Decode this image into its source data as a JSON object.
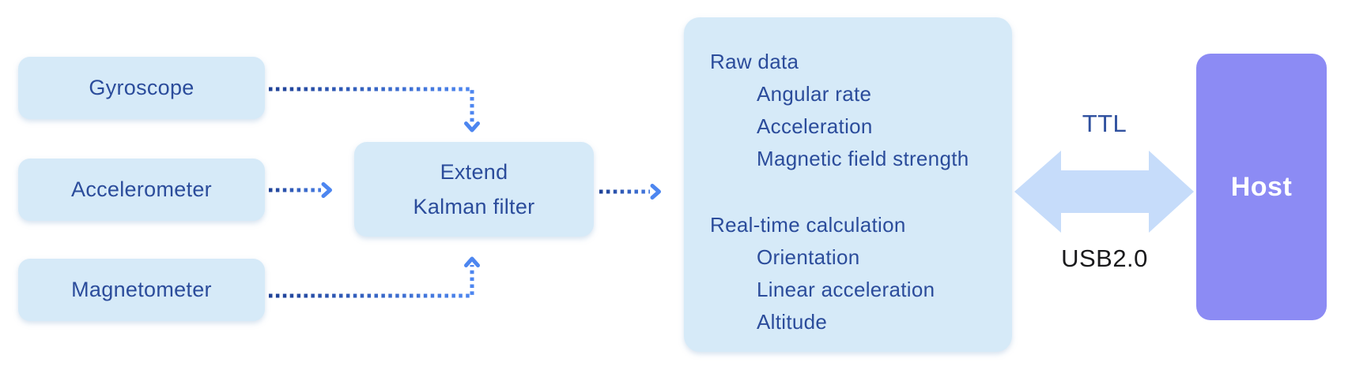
{
  "diagram": {
    "sensors": [
      {
        "label": "Gyroscope"
      },
      {
        "label": "Accelerometer"
      },
      {
        "label": "Magnetometer"
      }
    ],
    "filter": {
      "label_line1": "Extend",
      "label_line2": "Kalman filter"
    },
    "output": {
      "sections": [
        {
          "title": "Raw data",
          "items": [
            "Angular rate",
            "Acceleration",
            "Magnetic field strength"
          ]
        },
        {
          "title": "Real-time calculation",
          "items": [
            "Orientation",
            "Linear acceleration",
            "Altitude"
          ]
        }
      ]
    },
    "bus": {
      "top_label": "TTL",
      "bottom_label": "USB2.0"
    },
    "host": {
      "label": "Host"
    },
    "colors": {
      "node_fill": "#d6eaf8",
      "node_text": "#2b4c9b",
      "connector_dark": "#1e4095",
      "connector_bright": "#4d86f0",
      "bus_arrow_fill": "#c6dcfa",
      "host_fill": "#8c8bf4",
      "host_text": "#ffffff",
      "usb_label_color": "#1a1a1c"
    }
  }
}
